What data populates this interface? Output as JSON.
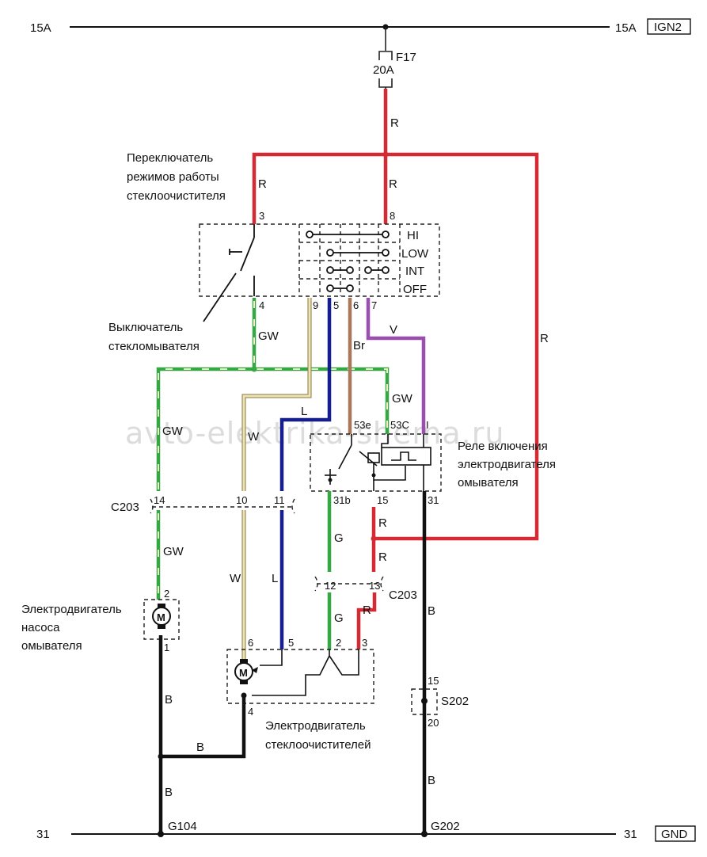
{
  "watermark": "avto-elektrika-shema.ru",
  "rails": {
    "top_left": "15A",
    "top_right": "15A",
    "top_tag": "IGN2",
    "bottom_left": "31",
    "bottom_right": "31",
    "bottom_tag": "GND"
  },
  "fuse": {
    "name": "F17",
    "rating": "20A"
  },
  "switch": {
    "title_lines": [
      "Переключатель",
      "режимов работы",
      "стеклоочистителя"
    ],
    "modes": [
      "HI",
      "LOW",
      "INT",
      "OFF"
    ],
    "pins": {
      "p3": "3",
      "p8": "8",
      "p4": "4",
      "p9": "9",
      "p5": "5",
      "p6": "6",
      "p7": "7"
    }
  },
  "washer_switch": {
    "lines": [
      "Выключатель",
      "стекломывателя"
    ]
  },
  "relay": {
    "lines": [
      "Реле включения",
      "электродвигателя",
      "омывателя"
    ],
    "pins": {
      "p53e": "53e",
      "p53c": "53C",
      "p_i": "I",
      "p31b": "31b",
      "p15": "15",
      "p31": "31"
    }
  },
  "connector": {
    "name": "C203",
    "pins_top": [
      "14",
      "10",
      "11"
    ],
    "pins_bottom": [
      "12",
      "13"
    ]
  },
  "washer_pump": {
    "lines": [
      "Электродвигатель",
      "насоса",
      "омывателя"
    ],
    "symbol": "M",
    "pin_top": "2",
    "pin_bottom": "1"
  },
  "wiper_motor": {
    "lines": [
      "Электродвигатель",
      "стеклоочистителей"
    ],
    "symbol": "M",
    "pins": {
      "p6": "6",
      "p5": "5",
      "p2": "2",
      "p3": "3",
      "p4": "4"
    }
  },
  "splice": {
    "name": "S202",
    "pin_top": "15",
    "pin_bottom": "20"
  },
  "grounds": {
    "left": "G104",
    "right": "G202"
  },
  "wire_colors": {
    "R": "R",
    "GW": "GW",
    "Br": "Br",
    "V": "V",
    "L": "L",
    "W": "W",
    "G": "G",
    "B": "B"
  },
  "colors": {
    "red": "#d42a33",
    "green": "#35a844",
    "green_stripe": "#eef0c8",
    "blue": "#141e8c",
    "brown": "#a9785a",
    "violet": "#9a4fb0",
    "white_wire": "#eee3b5",
    "black": "#111111"
  }
}
